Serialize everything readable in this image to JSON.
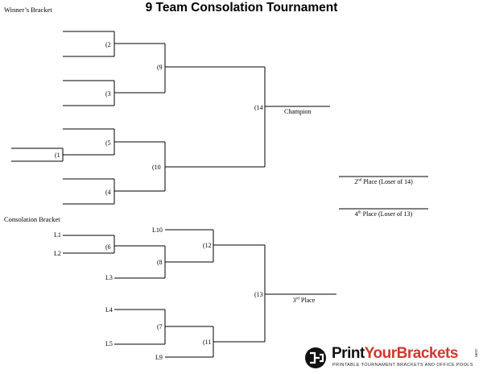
{
  "title": "9 Team Consolation Tournament",
  "winners_label": "Winner’s Bracket",
  "consolation_label": "Consolation Bracket",
  "champion_label": "Champion",
  "second_place": {
    "num": "2",
    "sup": "nd",
    "rest": " Place (Loser of 14)"
  },
  "fourth_place": {
    "num": "4",
    "sup": "th",
    "rest": " Place (Loser of 13)"
  },
  "third_place": {
    "num": "3",
    "sup": "rd",
    "rest": " Place"
  },
  "game_labels": {
    "g1": "(1",
    "g2": "(2",
    "g3": "(3",
    "g4": "(4",
    "g5": "(5",
    "g6": "(6",
    "g7": "(7",
    "g8": "(8",
    "g9": "(9",
    "g10": "(10",
    "g11": "(11",
    "g12": "(12",
    "g13": "(13",
    "g14": "(14"
  },
  "seed_labels": {
    "l1": "L1",
    "l2": "L2",
    "l3": "L3",
    "l4": "L4",
    "l5": "L5",
    "l9": "L9",
    "l10": "L10"
  },
  "logo": {
    "word1": "Print",
    "word2": "YourBrackets",
    "dotcom": ".com",
    "tagline": "PRINTABLE TOURNAMENT BRACKETS AND OFFICE POOLS"
  }
}
